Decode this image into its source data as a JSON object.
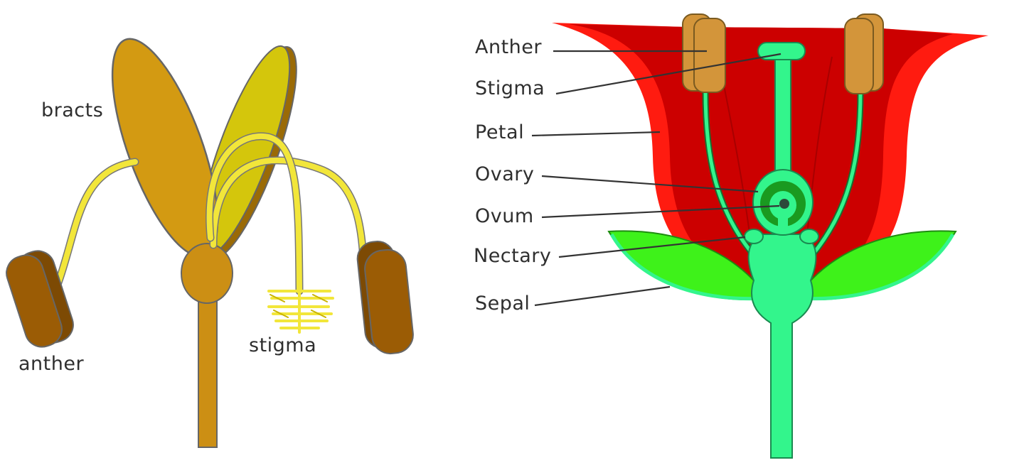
{
  "colors": {
    "bract_left": "#d39a12",
    "bract_right": "#d4c60c",
    "bract_shadow": "#9a6a06",
    "wind_stem": "#cc8f14",
    "filament_yellow": "#f2e63a",
    "anther_brown": "#9b5c05",
    "anther_brown_dark": "#7d4a04",
    "petal_red": "#ff1b10",
    "petal_dark_red": "#cc0000",
    "pistil_green": "#33f58c",
    "sepal_green": "#3ef21a",
    "ovary_dark_green": "#1a9a20",
    "anther_tan": "#d3953a",
    "outline": "#666666"
  },
  "wind_flower": {
    "labels": {
      "bracts": "bracts",
      "anther": "anther",
      "stigma": "stigma"
    }
  },
  "insect_flower": {
    "labels": {
      "anther": "Anther",
      "stigma": "Stigma",
      "petal": "Petal",
      "ovary": "Ovary",
      "ovum": "Ovum",
      "nectary": "Nectary",
      "sepal": "Sepal"
    }
  }
}
